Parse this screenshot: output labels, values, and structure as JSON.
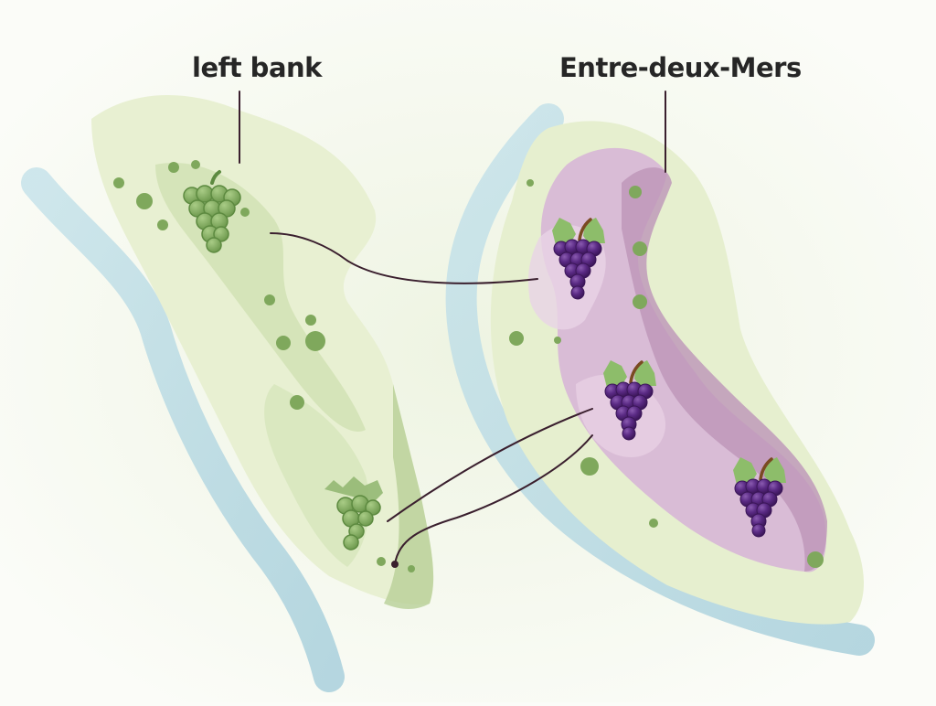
{
  "map": {
    "labels": {
      "left": "left bank",
      "right": "Entre-deux-Mers"
    },
    "regions": [
      {
        "name": "left bank",
        "fill": "#e6efcf",
        "grape_color": "green",
        "grape_count": 2
      },
      {
        "name": "Entre-deux-Mers",
        "fill": "#d9bcd6",
        "grape_color": "purple",
        "grape_count": 3
      }
    ],
    "colors": {
      "background": "#fbfcf8",
      "river": "#b9dbe3",
      "land_light": "#e6efcf",
      "land_mid": "#c9dba8",
      "land_dark": "#a7c485",
      "region_purple": "#dcc3dc",
      "region_purple_dark": "#b98fb3",
      "grape_purple": "#4b1f6e",
      "grape_green": "#7fa85c",
      "leaf": "#8dbd6a",
      "leader_line": "#3a1f2e",
      "label_text": "#262626"
    }
  }
}
